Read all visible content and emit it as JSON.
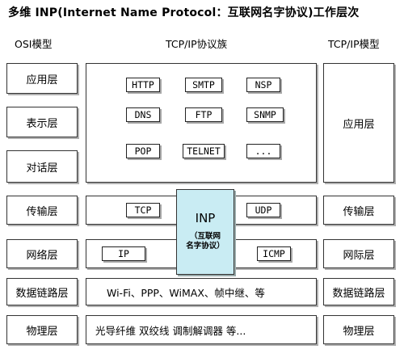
{
  "title": "多维 INP(Internet Name Protocol：互联网名字协议)工作层次",
  "headers": {
    "osi": "OSI模型",
    "tcpip_suite": "TCP/IP协议族",
    "tcpip_model": "TCP/IP模型"
  },
  "osi_layers": [
    "应用层",
    "表示层",
    "对话层",
    "传输层",
    "网络层",
    "数据链路层",
    "物理层"
  ],
  "tcpip_layers": {
    "application": "应用层",
    "transport": "传输层",
    "internet": "网际层",
    "datalink": "数据链路层",
    "physical": "物理层"
  },
  "protocols": {
    "row1": [
      "HTTP",
      "SMTP",
      "NSP"
    ],
    "row2": [
      "DNS",
      "FTP",
      "SNMP"
    ],
    "row3": [
      "POP",
      "TELNET",
      "..."
    ],
    "transport": [
      "TCP",
      "UDP"
    ],
    "network": [
      "IP",
      "ICMP"
    ]
  },
  "inp": {
    "name": "INP",
    "desc_line1": "（互联网",
    "desc_line2": "名字协议）"
  },
  "datalink_text": "Wi-Fi、PPP、WiMAX、帧中继、等",
  "physical_text": "光导纤维 双绞线 调制解调器 等..."
}
